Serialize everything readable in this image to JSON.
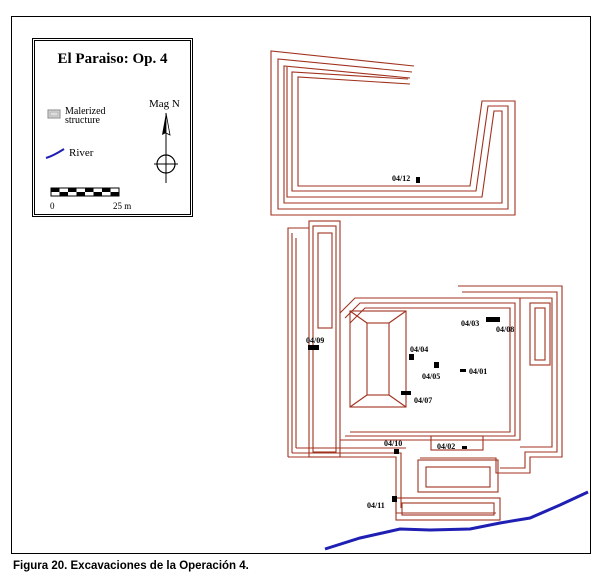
{
  "legend": {
    "title": "El Paraiso: Op. 4",
    "malerized_label_line1": "Malerized",
    "malerized_label_line2": "structure",
    "river_label": "River",
    "north_label": "Mag N",
    "scale_start": "0",
    "scale_end": "25 m"
  },
  "caption": "Figura 20.  Excavaciones de la Operación 4.",
  "colors": {
    "structure": "#a0321e",
    "river": "#1f1fb4",
    "excavation": "#000000"
  },
  "excavation_labels": [
    {
      "id": "04/12",
      "text": "04/12"
    },
    {
      "id": "04/03",
      "text": "04/03"
    },
    {
      "id": "04/08",
      "text": "04/08"
    },
    {
      "id": "04/09",
      "text": "04/09"
    },
    {
      "id": "04/04",
      "text": "04/04"
    },
    {
      "id": "04/05",
      "text": "04/05"
    },
    {
      "id": "04/01",
      "text": "04/01"
    },
    {
      "id": "04/07",
      "text": "04/07"
    },
    {
      "id": "04/10",
      "text": "04/10"
    },
    {
      "id": "04/02",
      "text": "04/02"
    },
    {
      "id": "04/11",
      "text": "04/11"
    }
  ]
}
